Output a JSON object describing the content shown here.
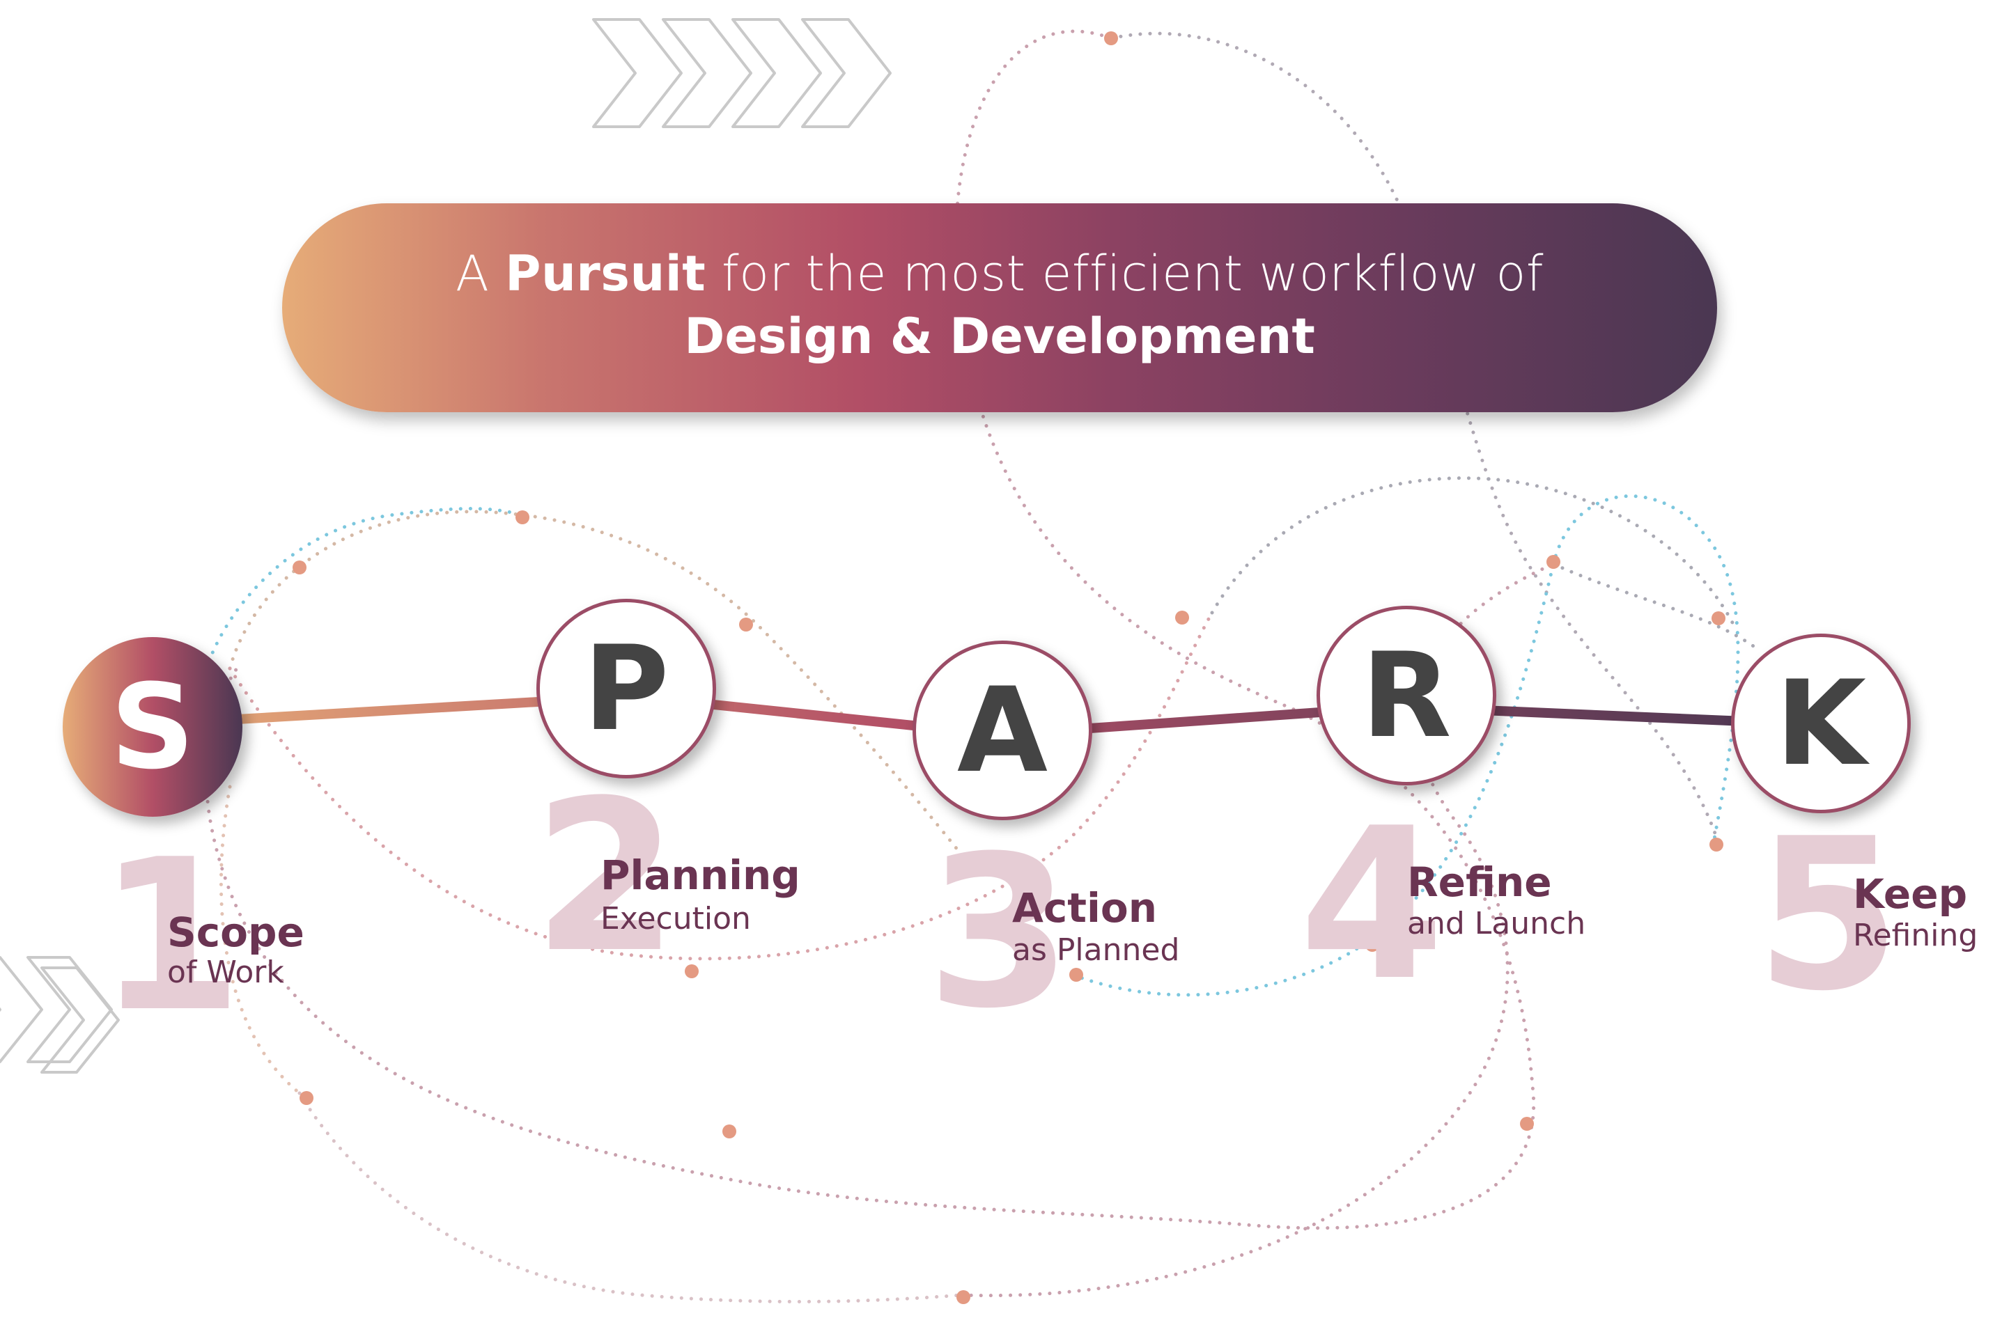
{
  "banner": {
    "line1_prefix": "A ",
    "line1_bold": "Pursuit",
    "line1_suffix": " for the most efficient workflow of",
    "line2": "Design & Development"
  },
  "steps": [
    {
      "letter": "S",
      "number": "1",
      "title": "Scope",
      "subtitle": "of Work"
    },
    {
      "letter": "P",
      "number": "2",
      "title": "Planning",
      "subtitle": "Execution"
    },
    {
      "letter": "A",
      "number": "3",
      "title": "Action",
      "subtitle": "as Planned"
    },
    {
      "letter": "R",
      "number": "4",
      "title": "Refine",
      "subtitle": "and Launch"
    },
    {
      "letter": "K",
      "number": "5",
      "title": "Keep",
      "subtitle": "Refining"
    }
  ],
  "colors": {
    "gradient_start": "#e6ac78",
    "gradient_mid": "#b24f66",
    "gradient_end": "#4a3752",
    "letter_dark": "#444444",
    "label_text": "#6a3452",
    "big_number": "#e6cdd5",
    "dotted_pink": "#d9a3a9",
    "dotted_gray": "#a9a9b3",
    "dotted_blue": "#7cc7de",
    "dot_accent": "#e49a82"
  }
}
